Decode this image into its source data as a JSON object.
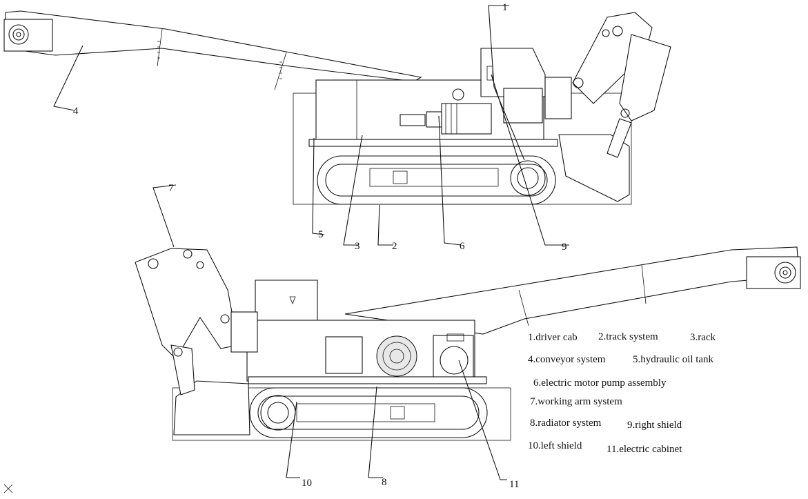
{
  "callouts": {
    "upper": [
      "1",
      "4",
      "5",
      "3",
      "2",
      "6",
      "9"
    ],
    "lower": [
      "7",
      "10",
      "8",
      "11"
    ]
  },
  "legend": {
    "row1": [
      "1.driver cab",
      "2.track system",
      "3.rack"
    ],
    "row2": [
      "4.conveyor system",
      "5.hydraulic oil tank"
    ],
    "row3": [
      "6.electric motor pump assembly"
    ],
    "row4": [
      "7.working arm system"
    ],
    "row5": [
      "8.radiator system",
      "9.right shield"
    ],
    "row6": [
      "10.left shield",
      "11.electric cabinet"
    ]
  }
}
